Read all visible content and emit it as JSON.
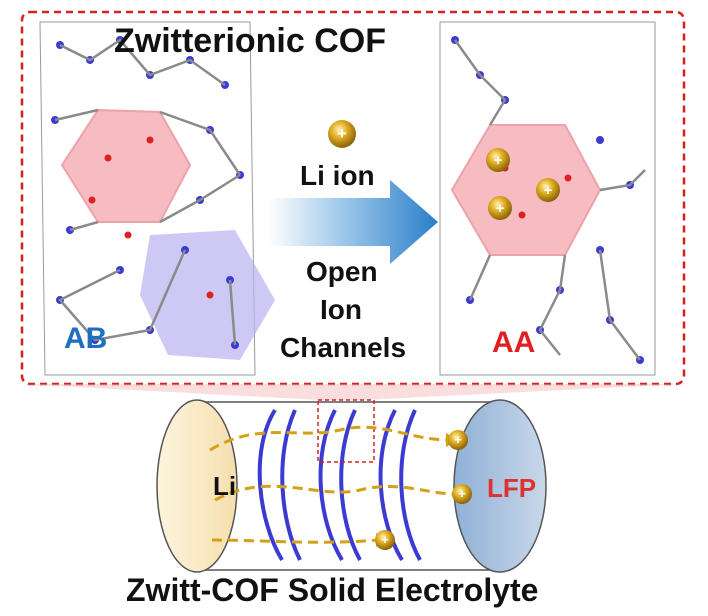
{
  "top_panel": {
    "title": "Zwitterionic COF",
    "ion_label": "Li ion",
    "channel_label_line1": "Open",
    "channel_label_line2": "Ion",
    "channel_label_line3": "Channels",
    "left_stacking_label": "AB",
    "right_stacking_label": "AA",
    "ion_symbol": "+",
    "colors": {
      "frame": "#d62020",
      "ab_label": "#1f6fc0",
      "aa_label": "#e02020",
      "pore": "#f4a6ad",
      "arrow": "#2a7fc9",
      "ion": "#d4a017"
    }
  },
  "bottom_panel": {
    "anode_label": "Li",
    "cathode_label": "LFP",
    "caption": "Zwitt-COF Solid Electrolyte",
    "colors": {
      "anode": "#fbeccd",
      "cathode": "#a9c2df",
      "cathode_label": "#e03030",
      "path": "#d4a017"
    }
  }
}
